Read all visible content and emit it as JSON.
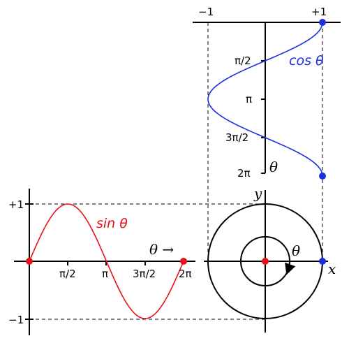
{
  "colors": {
    "sin": "#e8111b",
    "cos": "#1a2fe0",
    "axis": "#000000",
    "guide": "#000000"
  },
  "sin_panel": {
    "y_top_label": "+1",
    "y_bottom_label": "−1",
    "x_ticks": [
      "π/2",
      "π",
      "3π/2",
      "2π"
    ],
    "curve_label": "sin θ",
    "direction_label": "θ →"
  },
  "cos_panel": {
    "x_left_label": "−1",
    "x_right_label": "+1",
    "y_ticks": [
      "π/2",
      "π",
      "3π/2",
      "2π"
    ],
    "curve_label": "cos θ",
    "axis_label": "θ"
  },
  "circle_panel": {
    "x_axis_label": "x",
    "y_axis_label": "y",
    "angle_label": "θ"
  }
}
